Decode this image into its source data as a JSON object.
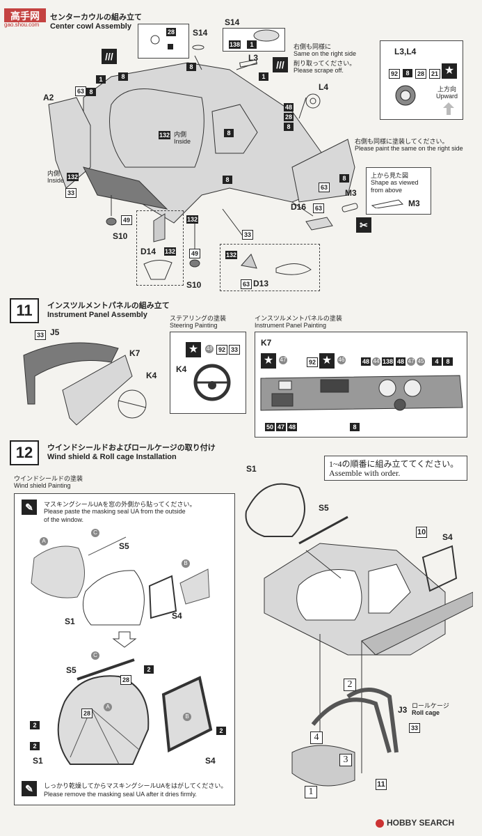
{
  "watermark": "gao.shou.com",
  "step10": {
    "title_jp": "センターカウルの組み立て",
    "title_en": "Center cowl Assembly",
    "note_right_jp": "右側も同様に",
    "note_right_en1": "Same on the right side",
    "note_scrape_jp": "削り取ってください。",
    "note_scrape_en": "Please scrape off.",
    "paint_jp": "右側も同様に塗装してください。",
    "paint_en": "Please paint the same on the right side",
    "inside_jp": "内側",
    "inside_en": "Inside",
    "upward_jp": "上方向",
    "upward_en": "Upward",
    "view_jp": "上から見た図",
    "view_en1": "Shape as viewed",
    "view_en2": "from above",
    "parts": {
      "s14": "S14",
      "l3": "L3",
      "l4": "L4",
      "l3l4": "L3,L4",
      "a2": "A2",
      "s10": "S10",
      "d14": "D14",
      "d13": "D13",
      "d16": "D16",
      "m3": "M3"
    },
    "codes": {
      "c28": "28",
      "c138": "138",
      "c1": "1",
      "c8": "8",
      "c63": "63",
      "c132": "132",
      "c33": "33",
      "c49": "49",
      "c48": "48",
      "c92": "92",
      "c21": "21"
    }
  },
  "step11": {
    "number": "11",
    "title_jp": "インスツルメントパネルの組み立て",
    "title_en": "Instrument Panel Assembly",
    "steer_jp": "ステアリングの塗装",
    "steer_en": "Steering Painting",
    "panel_jp": "インスツルメントパネルの塗装",
    "panel_en": "Instrument Panel Painting",
    "parts": {
      "j5": "J5",
      "k7": "K7",
      "k4": "K4"
    },
    "codes": {
      "c33": "33",
      "c48": "48",
      "c92": "92",
      "c47": "47",
      "c46": "46",
      "c44": "44",
      "c138": "138",
      "c45": "45",
      "c4": "4",
      "c8": "8",
      "c50": "50"
    }
  },
  "step12": {
    "number": "12",
    "title_jp": "ウインドシールドおよびロールケージの取り付け",
    "title_en": "Wind shield & Roll cage Installation",
    "ws_jp": "ウインドシールドの塗装",
    "ws_en": "Wind shield Painting",
    "mask_jp": "マスキングシールUAを窓の外側から貼ってください。",
    "mask_en1": "Please paste the masking seal UA from the outside",
    "mask_en2": "of the window.",
    "remove_jp": "しっかり乾燥してからマスキングシールUAをはがしてください。",
    "remove_en": "Please remove the masking seal UA after it dries firmly.",
    "order_jp": "1~4の順番に組み立ててください。",
    "order_en": "Assemble with order.",
    "rollcage_jp": "ロールケージ",
    "rollcage_en": "Roll cage",
    "parts": {
      "s1": "S1",
      "s5": "S5",
      "s4": "S4",
      "j3": "J3",
      "a": "A",
      "b": "B",
      "c": "C"
    },
    "codes": {
      "c2": "2",
      "c28": "28",
      "c10": "10",
      "c11": "11",
      "c33": "33"
    },
    "order": [
      "1",
      "2",
      "3",
      "4"
    ]
  },
  "footer": {
    "brand": "HOBBY SEARCH"
  }
}
